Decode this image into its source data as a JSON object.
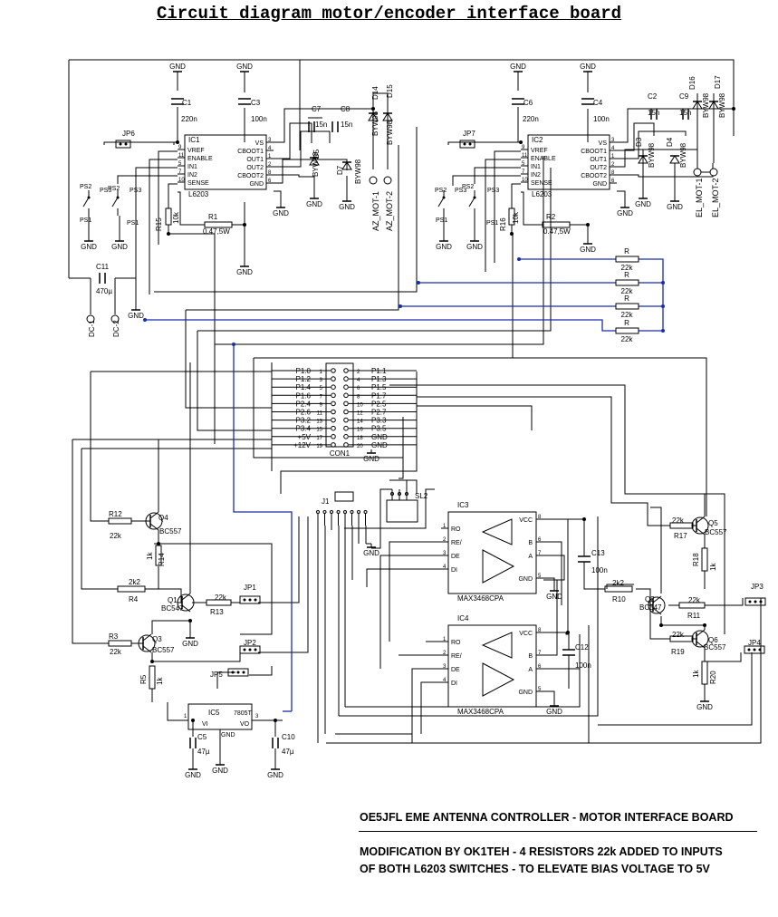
{
  "title": "Circuit diagram motor/encoder interface board",
  "notes": {
    "board": "OE5JFL EME ANTENNA CONTROLLER - MOTOR INTERFACE BOARD",
    "mod_line1": "MODIFICATION BY OK1TEH - 4 RESISTORS 22k ADDED TO INPUTS",
    "mod_line2": "OF BOTH L6203 SWITCHES - TO ELEVATE BIAS VOLTAGE TO 5V"
  },
  "colors": {
    "wire": "#000000",
    "modified_wire": "#1a2ea8",
    "background": "#ffffff"
  },
  "ic1": {
    "ref": "IC1",
    "part": "L6203",
    "left_pins": [
      {
        "n": "9",
        "name": "VREF"
      },
      {
        "n": "11",
        "name": "ENABLE"
      },
      {
        "n": "5",
        "name": "IN1"
      },
      {
        "n": "7",
        "name": "IN2"
      },
      {
        "n": "10",
        "name": "SENSE"
      }
    ],
    "right_pins": [
      {
        "n": "3",
        "name": "VS"
      },
      {
        "n": "4",
        "name": "CBOOT1"
      },
      {
        "n": "1",
        "name": "OUT1"
      },
      {
        "n": "2",
        "name": "OUT2"
      },
      {
        "n": "8",
        "name": "CBOOT2"
      },
      {
        "n": "6",
        "name": "GND"
      }
    ]
  },
  "ic2": {
    "ref": "IC2",
    "part": "L6203",
    "left_pins": [
      {
        "n": "9",
        "name": "VREF"
      },
      {
        "n": "11",
        "name": "ENABLE"
      },
      {
        "n": "5",
        "name": "IN1"
      },
      {
        "n": "7",
        "name": "IN2"
      },
      {
        "n": "10",
        "name": "SENSE"
      }
    ],
    "right_pins": [
      {
        "n": "3",
        "name": "VS"
      },
      {
        "n": "4",
        "name": "CBOOT1"
      },
      {
        "n": "1",
        "name": "OUT1"
      },
      {
        "n": "2",
        "name": "OUT2"
      },
      {
        "n": "8",
        "name": "CBOOT2"
      },
      {
        "n": "6",
        "name": "GND"
      }
    ]
  },
  "ic3": {
    "ref": "IC3",
    "part": "MAX3468CPA",
    "left_pins": [
      {
        "n": "1",
        "name": "RO"
      },
      {
        "n": "2",
        "name": "RE/"
      },
      {
        "n": "3",
        "name": "DE"
      },
      {
        "n": "4",
        "name": "DI"
      }
    ],
    "right_pins": [
      {
        "n": "8",
        "name": "VCC"
      },
      {
        "n": "6",
        "name": "B"
      },
      {
        "n": "7",
        "name": "A"
      },
      {
        "n": "5",
        "name": "GND"
      }
    ]
  },
  "ic4": {
    "ref": "IC4",
    "part": "MAX3468CPA",
    "left_pins": [
      {
        "n": "1",
        "name": "RO"
      },
      {
        "n": "2",
        "name": "RE/"
      },
      {
        "n": "3",
        "name": "DE"
      },
      {
        "n": "4",
        "name": "DI"
      }
    ],
    "right_pins": [
      {
        "n": "8",
        "name": "VCC"
      },
      {
        "n": "7",
        "name": "B"
      },
      {
        "n": "6",
        "name": "A"
      },
      {
        "n": "5",
        "name": "GND"
      }
    ]
  },
  "ic5": {
    "ref": "IC5",
    "part": "7805T",
    "pins": [
      "VI",
      "VO",
      "GND"
    ],
    "pin_numbers": [
      "1",
      "3",
      "2"
    ]
  },
  "con1": {
    "ref": "CON1",
    "left": [
      {
        "label": "P1.0",
        "pin": "1"
      },
      {
        "label": "P1.2",
        "pin": "3"
      },
      {
        "label": "P1.4",
        "pin": "5"
      },
      {
        "label": "P1.6",
        "pin": "7"
      },
      {
        "label": "P2.4",
        "pin": "9"
      },
      {
        "label": "P2.6",
        "pin": "11"
      },
      {
        "label": "P3.2",
        "pin": "13"
      },
      {
        "label": "P3.4",
        "pin": "15"
      },
      {
        "label": "+5V",
        "pin": "17"
      },
      {
        "label": "+12V",
        "pin": "19"
      }
    ],
    "right": [
      {
        "label": "P1.1",
        "pin": "2"
      },
      {
        "label": "P1.3",
        "pin": "4"
      },
      {
        "label": "P1.5",
        "pin": "6"
      },
      {
        "label": "P1.7",
        "pin": "8"
      },
      {
        "label": "P2.5",
        "pin": "10"
      },
      {
        "label": "P2.7",
        "pin": "12"
      },
      {
        "label": "P3.3",
        "pin": "14"
      },
      {
        "label": "P3.5",
        "pin": "16"
      },
      {
        "label": "GND",
        "pin": "18"
      },
      {
        "label": "GND",
        "pin": "20"
      }
    ]
  },
  "labels": {
    "gnd": "GND",
    "jp6": "JP6",
    "jp7": "JP7",
    "jp1": "JP1",
    "jp2": "JP2",
    "jp3": "JP3",
    "jp4": "JP4",
    "jp5": "JP5",
    "j1": "J1",
    "sl2": "SL2",
    "c1": "C1",
    "c1v": "220n",
    "c3": "C3",
    "c3v": "100n",
    "c7": "C7",
    "c7v": "15n",
    "c8": "C8",
    "c8v": "15n",
    "c6": "C6",
    "c6v": "220n",
    "c4": "C4",
    "c4v": "100n",
    "c2": "C2",
    "c2v": "15n",
    "c9": "C9",
    "c9v": "15n",
    "c11": "C11",
    "c11v": "470µ",
    "c13": "C13",
    "c13v": "100n",
    "c12": "C12",
    "c12v": "100n",
    "c5": "C5",
    "c5v": "47µ",
    "c10": "C10",
    "c10v": "47µ",
    "r1": "R1",
    "r1v": "0.47,5W",
    "r2": "R2",
    "r2v": "0.47,5W",
    "r15": "R15",
    "r15v": "10k",
    "r16": "R16",
    "r16v": "10k",
    "r": "R",
    "r22k": "22k",
    "r12": "R12",
    "r14": "R14",
    "r14v": "1k",
    "r4": "R4",
    "r4v": "2k2",
    "r13": "R13",
    "r3": "R3",
    "r5": "R5",
    "r5v": "1k",
    "r17": "R17",
    "r18": "R18",
    "r18v": "1k",
    "r10": "R10",
    "r10v": "2k2",
    "r11": "R11",
    "r19": "R19",
    "r20": "R20",
    "r20v": "1k",
    "q1": "Q1",
    "q2": "Q2",
    "q3": "Q3",
    "q4": "Q4",
    "q5": "Q5",
    "q6": "Q6",
    "bc547": "BC547",
    "bc557": "BC557",
    "d14": "D14",
    "d15": "D15",
    "d5": "D5",
    "d7": "D7",
    "d16": "D16",
    "d17": "D17",
    "d3": "D3",
    "d4": "D4",
    "byw98": "BYW98",
    "az1": "AZ_MOT-1",
    "az2": "AZ_MOT-2",
    "el1": "EL_MOT-1",
    "el2": "EL_MOT-2",
    "dc1": "DC-1",
    "dc2": "DC-2",
    "ps1": "PS1",
    "ps2": "PS2",
    "ps3": "PS3"
  }
}
